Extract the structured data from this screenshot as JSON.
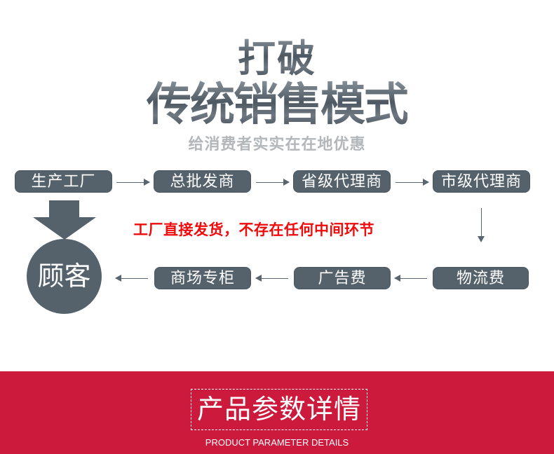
{
  "headline": {
    "line1": "打破",
    "line2": "传统销售模式",
    "subtitle": "给消费者实实在在地优惠"
  },
  "flow": {
    "top_row": [
      {
        "label": "生产工厂"
      },
      {
        "label": "总批发商"
      },
      {
        "label": "省级代理商"
      },
      {
        "label": "市级代理商"
      }
    ],
    "bottom_row": [
      {
        "label": "商场专柜"
      },
      {
        "label": "广告费"
      },
      {
        "label": "物流费"
      }
    ],
    "customer": "顾客",
    "direct_message": "工厂直接发货，不存在任何中间环节"
  },
  "section_banner": {
    "title": "产品参数详情",
    "subtitle": "PRODUCT PARAMETER DETAILS",
    "background_color": "#cc1a3c"
  },
  "colors": {
    "box": "#55626c",
    "highlight_text": "#f00a0a"
  }
}
